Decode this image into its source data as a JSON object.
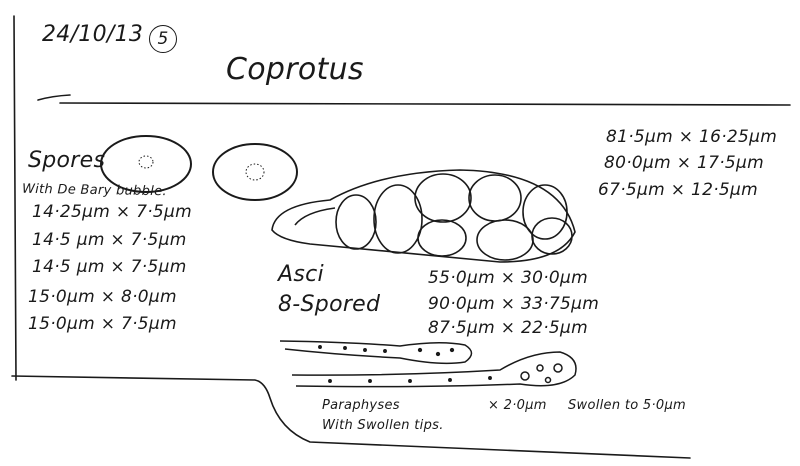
{
  "header": {
    "date": "24/10/13",
    "page_number": "5",
    "title": "Coprotus"
  },
  "spores": {
    "label": "Spores",
    "note": "With De Bary bubble.",
    "measurements": [
      "14·25µm × 7·5µm",
      "14·5 µm × 7·5µm",
      "14·5 µm × 7·5µm",
      "15·0µm × 8·0µm",
      "15·0µm × 7·5µm"
    ]
  },
  "asci": {
    "label": "Asci",
    "type": "8-Spored",
    "measurements_top": [
      "81·5µm × 16·25µm",
      "80·0µm × 17·5µm",
      "67·5µm × 12·5µm"
    ],
    "measurements_mid": [
      "55·0µm × 30·0µm",
      "90·0µm × 33·75µm",
      "87·5µm × 22·5µm"
    ]
  },
  "paraphyses": {
    "label": "Paraphyses",
    "note": "With Swollen tips.",
    "width": "× 2·0µm",
    "swollen": "Swollen to 5·0µm"
  }
}
